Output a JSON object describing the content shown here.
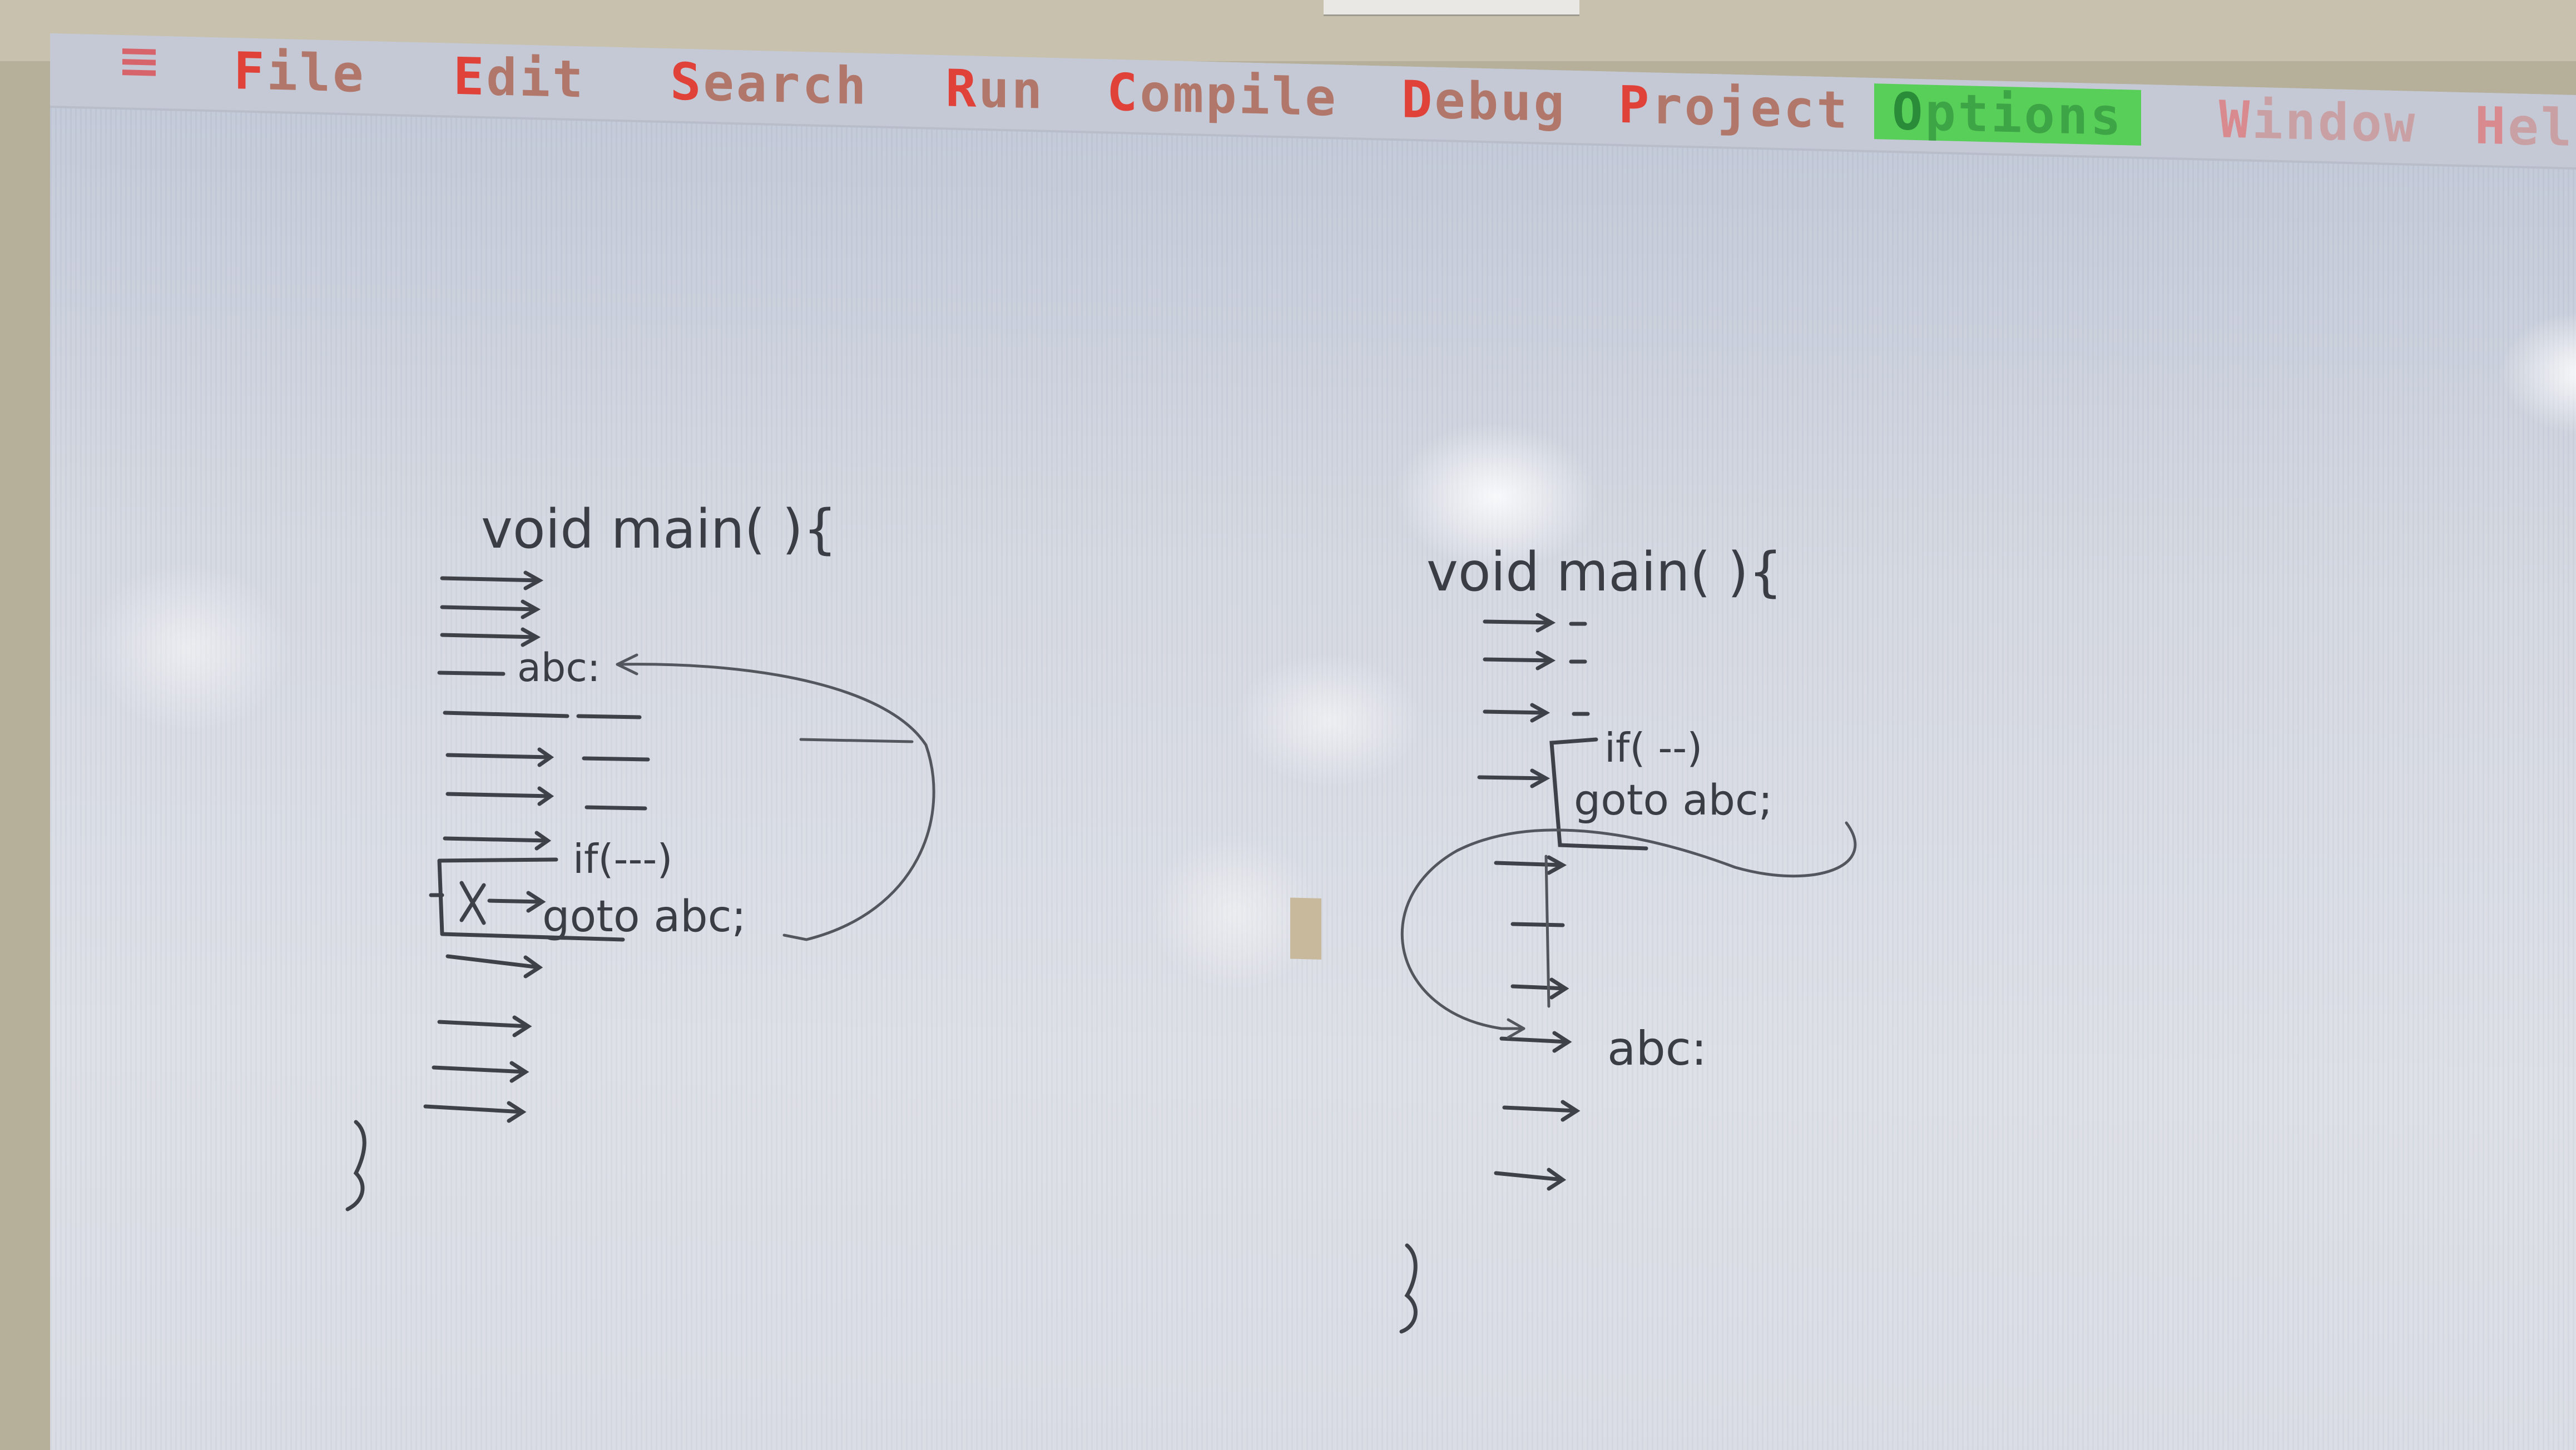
{
  "menu": {
    "system_icon": "hamburger-menu-icon",
    "items": [
      {
        "hot": "F",
        "rest": "ile"
      },
      {
        "hot": "E",
        "rest": "dit"
      },
      {
        "hot": "S",
        "rest": "earch"
      },
      {
        "hot": "R",
        "rest": "un"
      },
      {
        "hot": "C",
        "rest": "ompile"
      },
      {
        "hot": "D",
        "rest": "ebug"
      },
      {
        "hot": "P",
        "rest": "roject"
      },
      {
        "hot": "O",
        "rest": "ptions"
      },
      {
        "hot": "W",
        "rest": "indow"
      },
      {
        "hot": "H",
        "rest": "el"
      }
    ],
    "active_item": "Options",
    "colors": {
      "hotkey": "#e0423a",
      "label": "#b1776a",
      "active_background": "#58cf59"
    }
  },
  "left_program": {
    "header": "void  main( ){",
    "label_line": "abc:",
    "if_line": "if(---)",
    "goto_line": "goto  abc;",
    "closing_brace": "}"
  },
  "right_program": {
    "header": "void  main( ){",
    "if_line": "if( --)",
    "goto_line": "goto   abc;",
    "label_line": "abc:",
    "closing_brace": "}"
  }
}
